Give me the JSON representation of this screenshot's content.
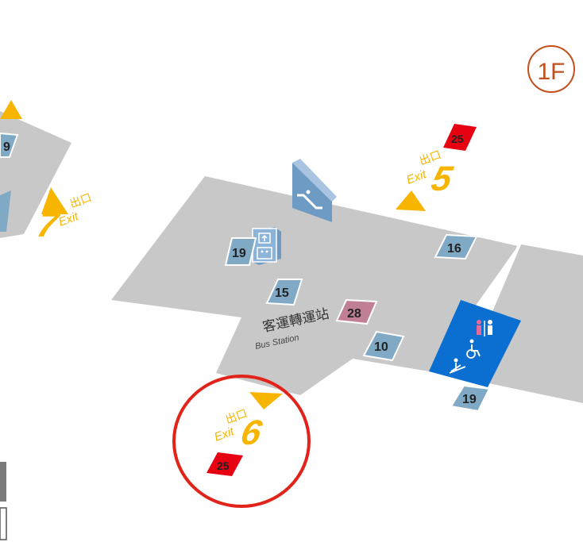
{
  "floor": {
    "label": "1F",
    "color": "#c1501c"
  },
  "station": {
    "name_zh": "客運轉運站",
    "name_en": "Bus Station"
  },
  "exits": [
    {
      "id": "exit-5",
      "label_zh": "出口",
      "label_en": "Exit",
      "number": "5"
    },
    {
      "id": "exit-6",
      "label_zh": "出口",
      "label_en": "Exit",
      "number": "6",
      "highlighted": true
    },
    {
      "id": "exit-7",
      "label_zh": "出口",
      "label_en": "Exit",
      "number": "7"
    }
  ],
  "markers": {
    "m25_top": "25",
    "m25_bottom": "25",
    "m19_left": "19",
    "m19_right": "19",
    "m16": "16",
    "m15": "15",
    "m28": "28",
    "m10": "10",
    "m9_partial": "9"
  },
  "icons": [
    "escalator-icon",
    "elevator-icon",
    "restroom-icon",
    "wheelchair-icon",
    "baby-care-icon"
  ],
  "colors": {
    "floor_gray": "#c8c8c8",
    "exit_yellow": "#f7b500",
    "marker_blue": "#7fa9c4",
    "marker_red": "#e60012",
    "marker_pink": "#c07f95",
    "facility_blue": "#0a6fd1",
    "highlight_red": "#e2231a"
  }
}
